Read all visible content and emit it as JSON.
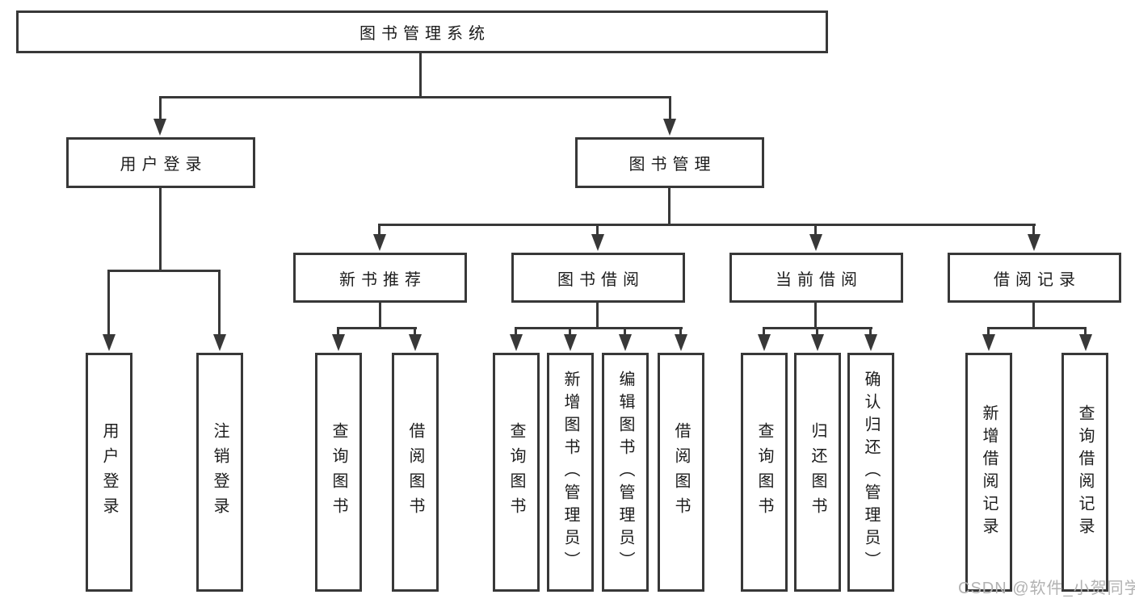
{
  "diagram_title": "图书管理系统",
  "watermark": "CSDN @软件_小贺同学",
  "colors": {
    "line": "#383838",
    "text": "#1c1c1c",
    "watermark": "#b2b2b2",
    "background": "#ffffff"
  },
  "nodes": {
    "root": {
      "label": "图书管理系统"
    },
    "userLogin": {
      "label": "用户登录",
      "children": [
        {
          "label": "用户登录"
        },
        {
          "label": "注销登录"
        }
      ]
    },
    "bookMgmt": {
      "label": "图书管理",
      "children": [
        {
          "label": "新书推荐",
          "children": [
            {
              "label": "查询图书"
            },
            {
              "label": "借阅图书"
            }
          ]
        },
        {
          "label": "图书借阅",
          "children": [
            {
              "label": "查询图书"
            },
            {
              "label": "新增图书（管理员）"
            },
            {
              "label": "编辑图书（管理员）"
            },
            {
              "label": "借阅图书"
            }
          ]
        },
        {
          "label": "当前借阅",
          "children": [
            {
              "label": "查询图书"
            },
            {
              "label": "归还图书"
            },
            {
              "label": "确认归还（管理员）"
            }
          ]
        },
        {
          "label": "借阅记录",
          "children": [
            {
              "label": "新增借阅记录"
            },
            {
              "label": "查询借阅记录"
            }
          ]
        }
      ]
    }
  }
}
